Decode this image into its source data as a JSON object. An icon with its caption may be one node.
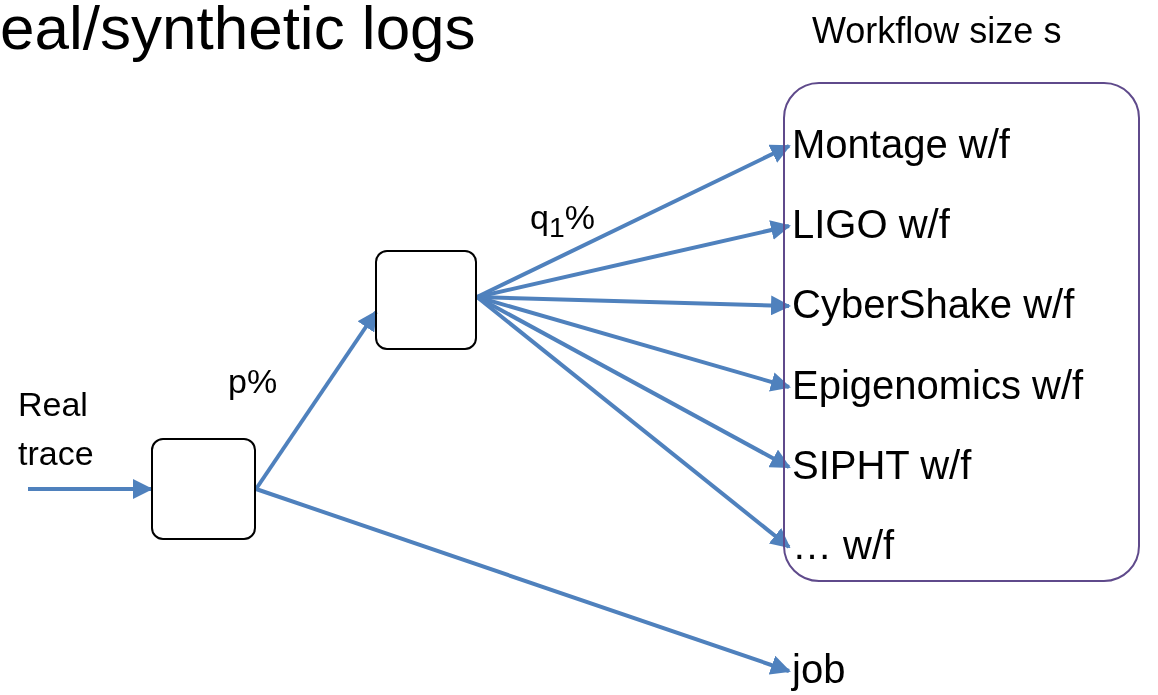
{
  "diagram": {
    "title": "eal/synthetic logs",
    "nodes": [
      {
        "text": [
          "Real trace"
        ]
      },
      {
        "text": [],
        "shape": "box"
      },
      {
        "text": [],
        "shape": "box"
      },
      {
        "text": [
          "Workflow size s"
        ]
      },
      {
        "text": [
          "Montage w/f"
        ],
        "in": 3
      },
      {
        "text": [
          "LIGO w/f"
        ],
        "in": 3
      },
      {
        "text": [
          "CyberShake w/f"
        ],
        "in": 3
      },
      {
        "text": [
          "Epigenomics w/f"
        ],
        "in": 3
      },
      {
        "text": [
          "SIPHT w/f"
        ],
        "in": 3
      },
      {
        "text": [
          "… w/f"
        ],
        "in": 3
      },
      {
        "text": [
          "job"
        ]
      }
    ],
    "edges": [
      {
        "from": 0,
        "to": 1,
        "arrow": "to"
      },
      {
        "from": 1,
        "to": 2,
        "arrow": "to",
        "label": "p%"
      },
      {
        "from": 1,
        "to": 10,
        "arrow": "to"
      },
      {
        "from": 2,
        "to": 4,
        "arrow": "to",
        "label": "q$_{1}$%"
      },
      {
        "from": 2,
        "to": 5,
        "arrow": "to"
      },
      {
        "from": 2,
        "to": 6,
        "arrow": "to"
      },
      {
        "from": 2,
        "to": 7,
        "arrow": "to"
      },
      {
        "from": 2,
        "to": 8,
        "arrow": "to"
      },
      {
        "from": 2,
        "to": 9,
        "arrow": "to"
      }
    ]
  }
}
